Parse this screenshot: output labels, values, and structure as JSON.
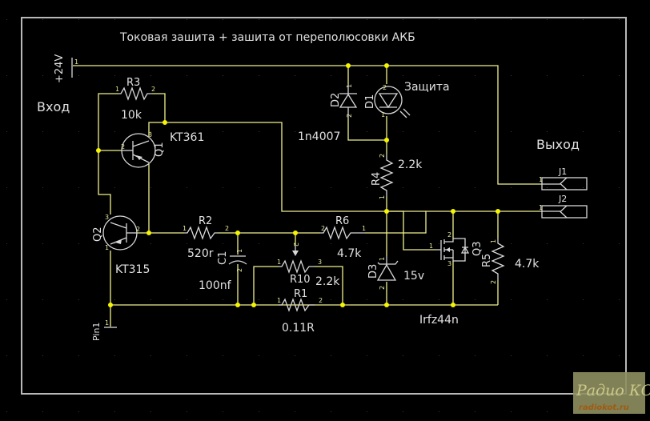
{
  "title": "Токовая зашита + зашита от переполюсовки АКБ",
  "labels": {
    "input": "Вход",
    "output": "Выход",
    "protection": "Защита",
    "supply": "+24V",
    "ground_pin": "Pin1"
  },
  "components": {
    "R3": {
      "ref": "R3",
      "value": "10k"
    },
    "R2": {
      "ref": "R2",
      "value": "520r"
    },
    "R6": {
      "ref": "R6",
      "value": "4.7k"
    },
    "R10": {
      "ref": "R10",
      "value": "2.2k"
    },
    "R1": {
      "ref": "R1",
      "value": "0.11R"
    },
    "R4": {
      "ref": "R4",
      "value": "2.2k"
    },
    "R5": {
      "ref": "R5",
      "value": "4.7k"
    },
    "C1": {
      "ref": "C1",
      "value": "100nf"
    },
    "Q1": {
      "ref": "Q1",
      "value": "KT361"
    },
    "Q2": {
      "ref": "Q2",
      "value": "KT315"
    },
    "Q3": {
      "ref": "Q3",
      "value": "Irfz44n"
    },
    "D1": {
      "ref": "D1"
    },
    "D2": {
      "ref": "D2",
      "value": "1n4007"
    },
    "D3": {
      "ref": "D3",
      "value": "15v"
    },
    "J1": {
      "ref": "J1"
    },
    "J2": {
      "ref": "J2"
    }
  },
  "pins": {
    "p1": "1",
    "p2": "2",
    "p3": "3"
  },
  "watermark": {
    "line1": "Радио КОТ",
    "line2": "radiokot.ru"
  }
}
